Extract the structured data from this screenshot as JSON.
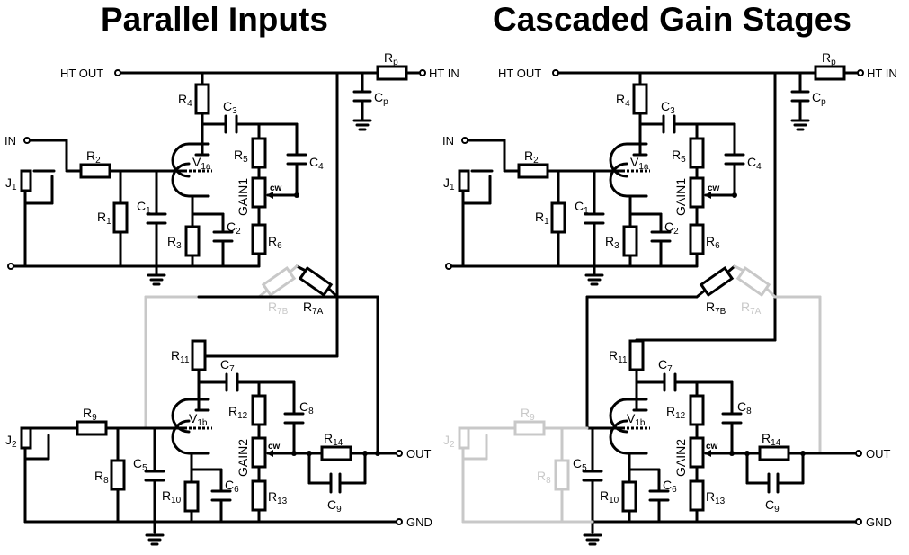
{
  "titles": {
    "left": "Parallel Inputs",
    "right": "Cascaded Gain Stages"
  },
  "labels": {
    "ht_out": "HT OUT",
    "ht_in": "HT IN",
    "in": "IN",
    "out": "OUT",
    "gnd": "GND",
    "cw": "cw",
    "rp": "R",
    "rp_sub": "p",
    "cp": "C",
    "cp_sub": "p",
    "r1": "R",
    "r1_sub": "1",
    "r2": "R",
    "r2_sub": "2",
    "r3": "R",
    "r3_sub": "3",
    "r4": "R",
    "r4_sub": "4",
    "r5": "R",
    "r5_sub": "5",
    "r6": "R",
    "r6_sub": "6",
    "r7a": "R",
    "r7a_sub": "7A",
    "r7b": "R",
    "r7b_sub": "7B",
    "r8": "R",
    "r8_sub": "8",
    "r9": "R",
    "r9_sub": "9",
    "r10": "R",
    "r10_sub": "10",
    "r11": "R",
    "r11_sub": "11",
    "r12": "R",
    "r12_sub": "12",
    "r13": "R",
    "r13_sub": "13",
    "r14": "R",
    "r14_sub": "14",
    "c1": "C",
    "c1_sub": "1",
    "c2": "C",
    "c2_sub": "2",
    "c3": "C",
    "c3_sub": "3",
    "c4": "C",
    "c4_sub": "4",
    "c5": "C",
    "c5_sub": "5",
    "c6": "C",
    "c6_sub": "6",
    "c7": "C",
    "c7_sub": "7",
    "c8": "C",
    "c8_sub": "8",
    "c9": "C",
    "c9_sub": "9",
    "j1": "J",
    "j1_sub": "1",
    "j2": "J",
    "j2_sub": "2",
    "v1a": "V",
    "v1a_sub": "1a",
    "v1b": "V",
    "v1b_sub": "1b",
    "gain1": "GAIN1",
    "gain2": "GAIN2"
  }
}
